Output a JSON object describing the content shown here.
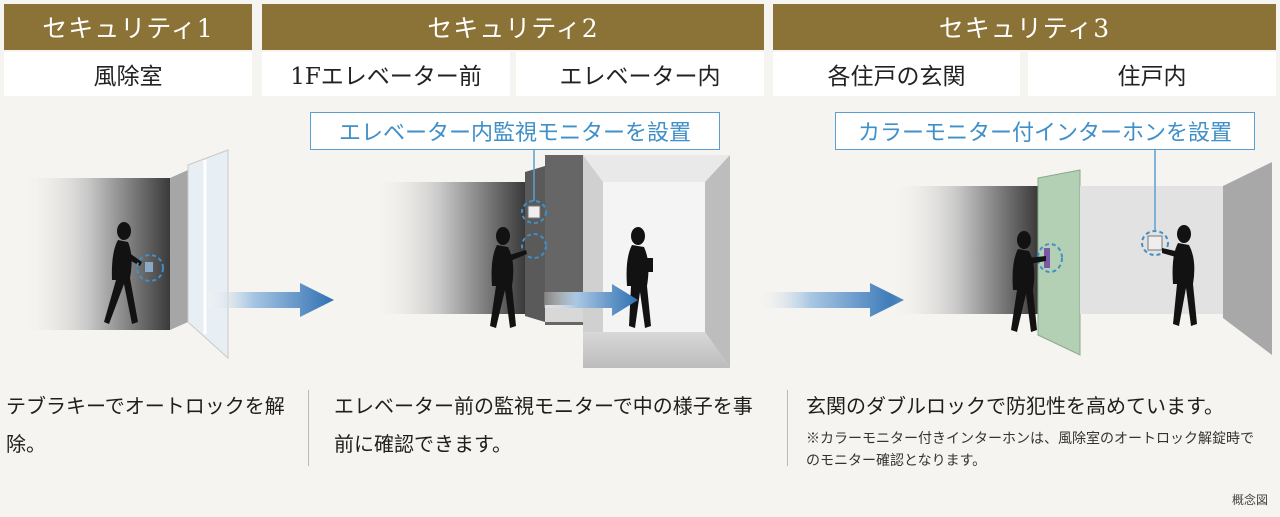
{
  "sections": [
    {
      "title": "セキュリティ1",
      "locations": [
        "風除室"
      ]
    },
    {
      "title": "セキュリティ2",
      "locations": [
        "1Fエレベーター前",
        "エレベーター内"
      ]
    },
    {
      "title": "セキュリティ3",
      "locations": [
        "各住戸の玄関",
        "住戸内"
      ]
    }
  ],
  "callouts": {
    "elevator_monitor": "エレベーター内監視モニターを設置",
    "intercom": "カラーモニター付インターホンを設置"
  },
  "descriptions": {
    "s1": "テブラキーでオートロックを解除。",
    "s2": "エレベーター前の監視モニターで中の様子を事前に確認できます。",
    "s3": "玄関のダブルロックで防犯性を高めています。",
    "s3_note": "※カラーモニター付きインターホンは、風除室のオートロック解錠時でのモニター確認となります。"
  },
  "footnote": "概念図",
  "colors": {
    "gold": "#8b7236",
    "callout_blue": "#3f8fc8",
    "arrow_blue": "#3d7fbf",
    "door_green": "#b4d0b4",
    "silhouette": "#121212"
  }
}
